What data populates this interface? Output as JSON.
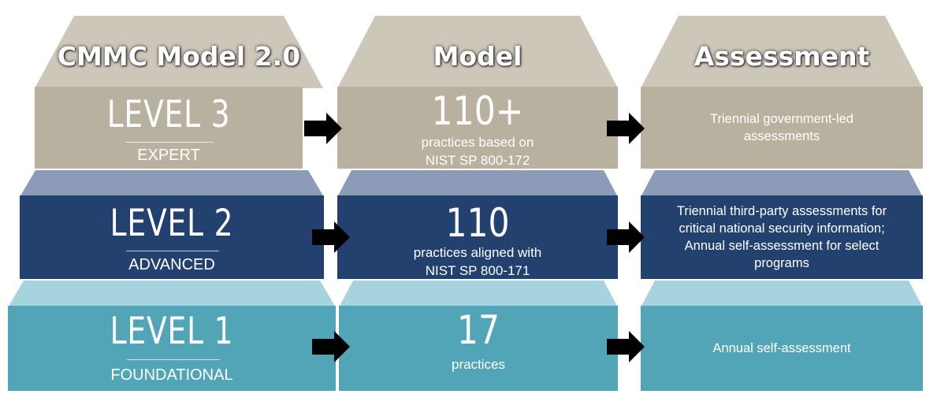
{
  "headers": {
    "col1": "CMMC Model 2.0",
    "col2": "Model",
    "col3": "Assessment"
  },
  "levels": [
    {
      "title": "LEVEL 3",
      "subtitle": "EXPERT",
      "count": "110+",
      "practices_line1": "practices based on",
      "practices_line2": "NIST SP 800-172",
      "assessment_lines": [
        "Triennial government-led",
        "assessments"
      ],
      "color": "#b8b19f",
      "top_color": "#cdc7b9"
    },
    {
      "title": "LEVEL 2",
      "subtitle": "ADVANCED",
      "count": "110",
      "practices_line1": "practices aligned with",
      "practices_line2": "NIST SP 800-171",
      "assessment_lines": [
        "Triennial third-party assessments for",
        "critical national security information;",
        "Annual self-assessment for select",
        "programs"
      ],
      "color": "#23416f",
      "top_color": "#8c9bb8"
    },
    {
      "title": "LEVEL 1",
      "subtitle": "FOUNDATIONAL",
      "count": "17",
      "practices_line1": "practices",
      "practices_line2": "",
      "assessment_lines": [
        "Annual self-assessment"
      ],
      "color": "#52a4b7",
      "top_color": "#a7d3de"
    }
  ],
  "arrow_icon": "right-arrow-icon"
}
